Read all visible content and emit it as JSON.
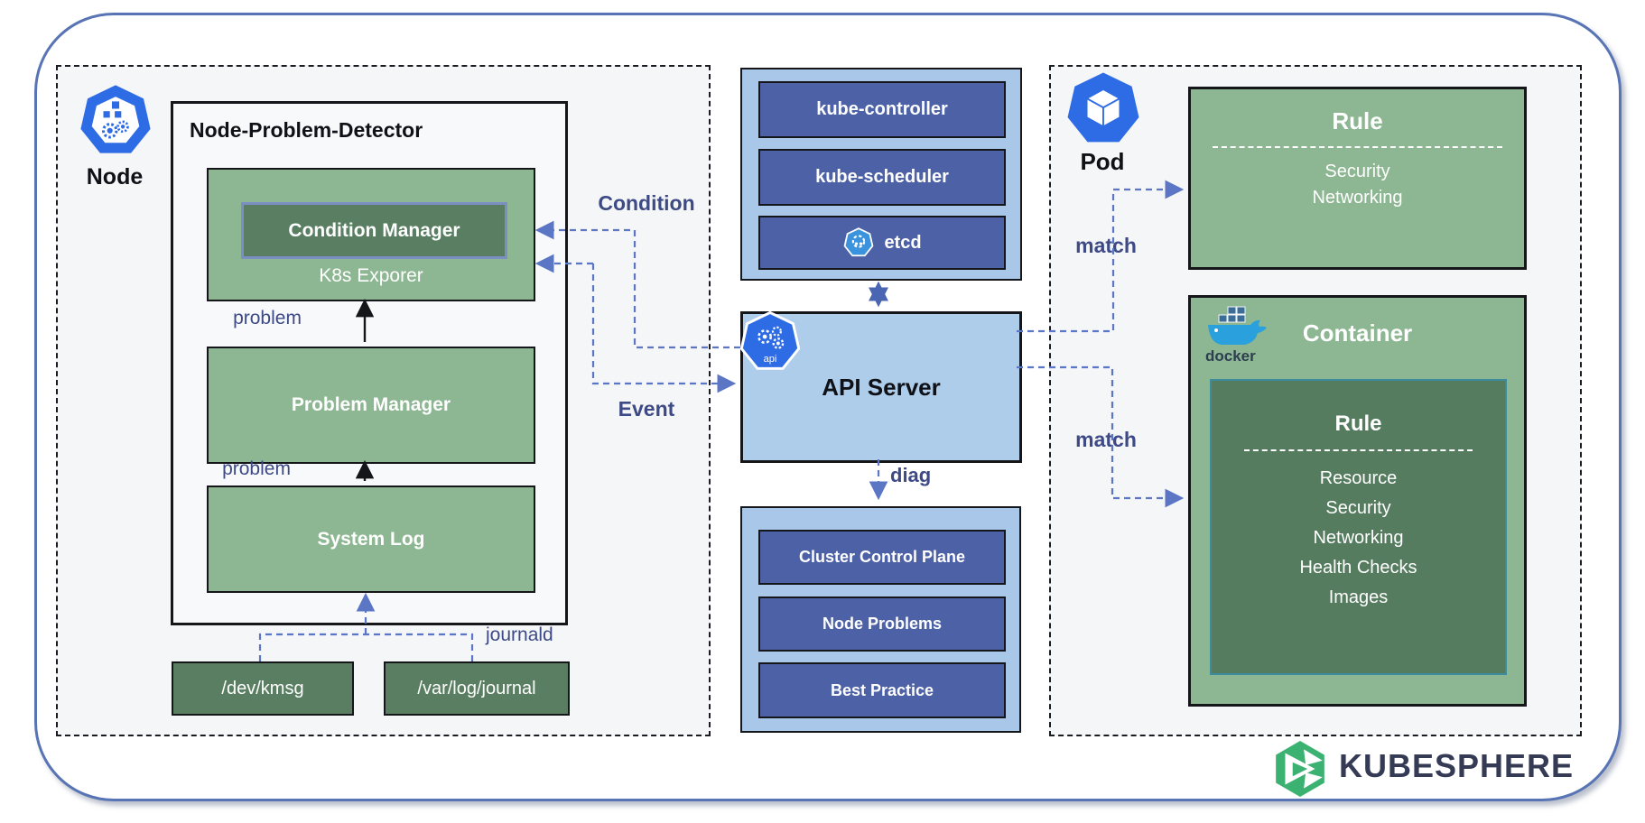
{
  "colors": {
    "green": "#8db792",
    "dark_green": "#597e62",
    "light_blue": "#a9c8e9",
    "dark_blue": "#4d61a6",
    "connector_blue": "#5b76c5",
    "navy_label": "#3d4a85",
    "k8s_blue": "#2e6ce6",
    "kubesphere_green": "#3cb272"
  },
  "node_group": {
    "label": "Node",
    "detector": {
      "title": "Node-Problem-Detector",
      "condition_manager": "Condition Manager",
      "exporter": "K8s Exporer",
      "problem_manager": "Problem Manager",
      "system_log": "System Log",
      "problem_top": "problem",
      "problem_bottom": "problem"
    },
    "journald_label": "journald",
    "kmsg": "/dev/kmsg",
    "journal": "/var/log/journal"
  },
  "control_plane": {
    "components": [
      "kube-controller",
      "kube-scheduler",
      "etcd"
    ]
  },
  "api_server": {
    "label": "API Server",
    "icon_text": "api"
  },
  "diagnosis": {
    "diag_label": "diag",
    "items": [
      "Cluster Control Plane",
      "Node Problems",
      "Best Practice"
    ]
  },
  "flows": {
    "condition": "Condition",
    "event": "Event",
    "match_pod": "match",
    "match_container": "match"
  },
  "pod_group": {
    "label": "Pod",
    "rule": {
      "title": "Rule",
      "items": [
        "Security",
        "Networking"
      ]
    },
    "container": {
      "title": "Container",
      "docker_label": "docker",
      "rule": {
        "title": "Rule",
        "items": [
          "Resource",
          "Security",
          "Networking",
          "Health Checks",
          "Images"
        ]
      }
    }
  },
  "branding": {
    "name": "KUBESPHERE"
  }
}
